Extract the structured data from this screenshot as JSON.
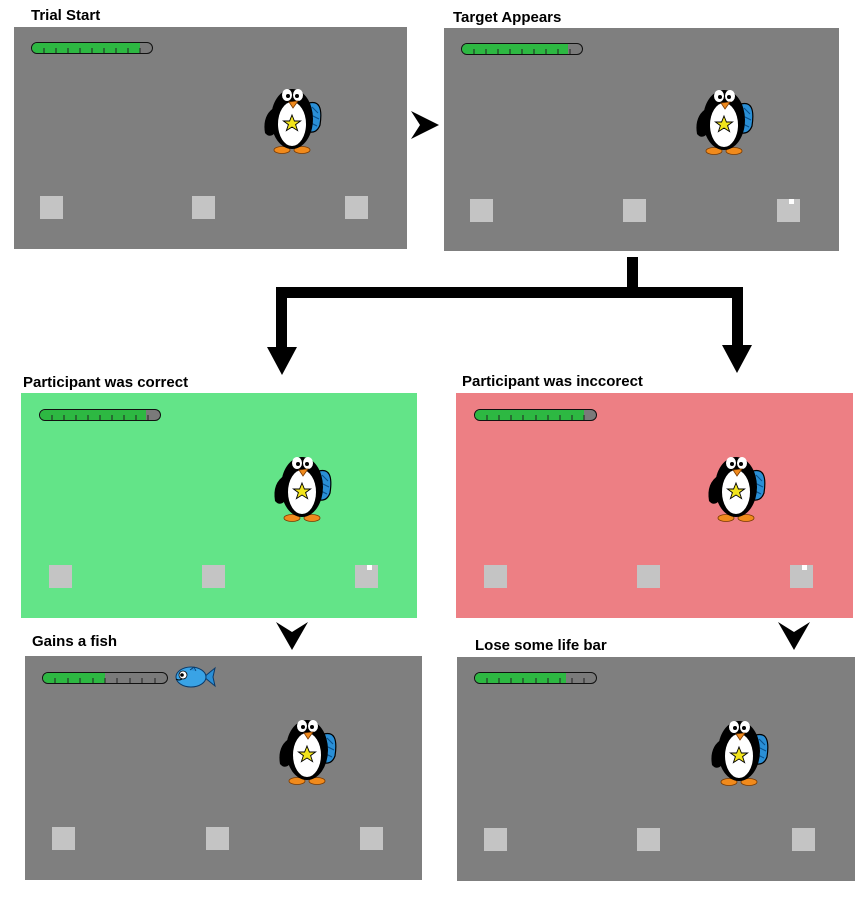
{
  "labels": {
    "trial_start": "Trial Start",
    "target_appears": "Target Appears",
    "correct": "Participant was correct",
    "incorrect": "Participant was inccorect",
    "gains_fish": "Gains a fish",
    "lose_life": "Lose some life bar"
  },
  "colors": {
    "panel_gray": "#7f7f7f",
    "panel_green": "#63e488",
    "panel_red": "#ed7f84",
    "life_green": "#2db842",
    "square": "#c4c4c4"
  },
  "panels": [
    {
      "id": "trial-start",
      "life": 0.9,
      "target_shown": false
    },
    {
      "id": "target-appears",
      "life": 0.88,
      "target_shown": true
    },
    {
      "id": "correct",
      "life": 0.88,
      "target_shown": true
    },
    {
      "id": "incorrect",
      "life": 0.9,
      "target_shown": true
    },
    {
      "id": "gains-fish",
      "life": 0.5,
      "target_shown": false,
      "fish": true
    },
    {
      "id": "lose-life",
      "life": 0.75,
      "target_shown": false
    }
  ],
  "icons": [
    "penguin-icon",
    "fish-icon",
    "arrow-icon",
    "sheriff-star-icon"
  ]
}
